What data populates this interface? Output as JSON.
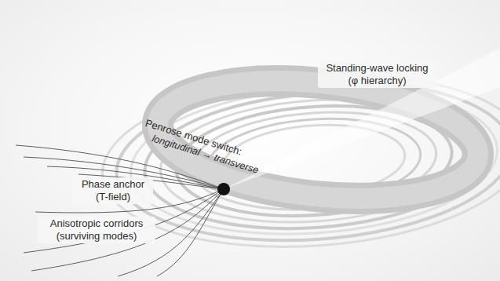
{
  "diagram": {
    "nodes": [
      {
        "text": [
          "Penrose mode switch:",
          "longitudinal → transverse"
        ]
      }
    ],
    "labels": [
      "Standing-wave locking (φ hierarchy)",
      "Phase anchor (T-field)",
      "Anisotropic corridors (surviving modes)"
    ]
  }
}
